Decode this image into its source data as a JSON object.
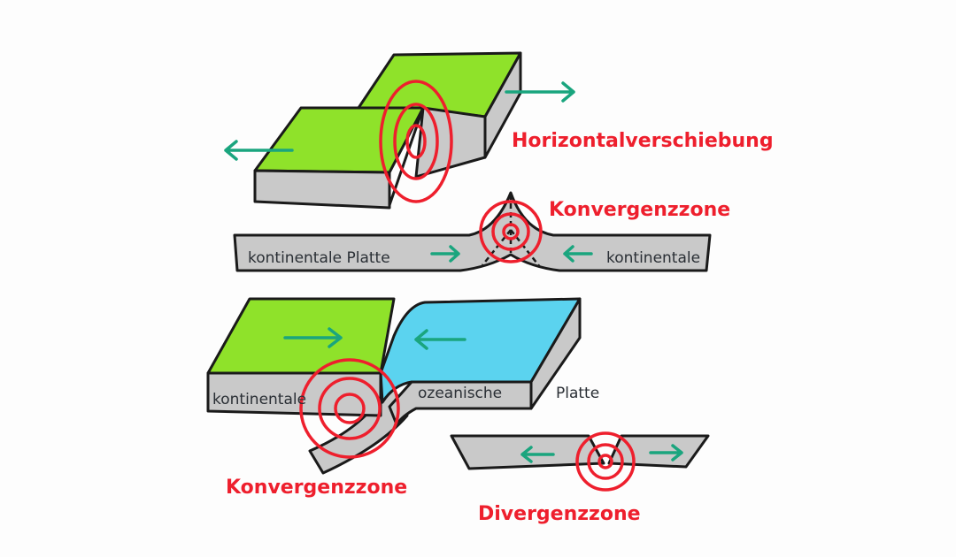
{
  "colors": {
    "continental": "#8fe22a",
    "oceanic": "#5bd3ef",
    "crust": "#c9c9c9",
    "quake": "#ee1f2d",
    "motion": "#1aa57e"
  },
  "labels": {
    "transform": "Horizontalverschiebung",
    "convergence_top": "Konvergenzzone",
    "convergence_bottom": "Konvergenzzone",
    "divergence": "Divergenzzone",
    "continental_plate": "kontinentale Platte",
    "continental_right": "kontinentale",
    "continental_left": "kontinentale",
    "oceanic": "ozeanische",
    "plate": "Platte"
  }
}
